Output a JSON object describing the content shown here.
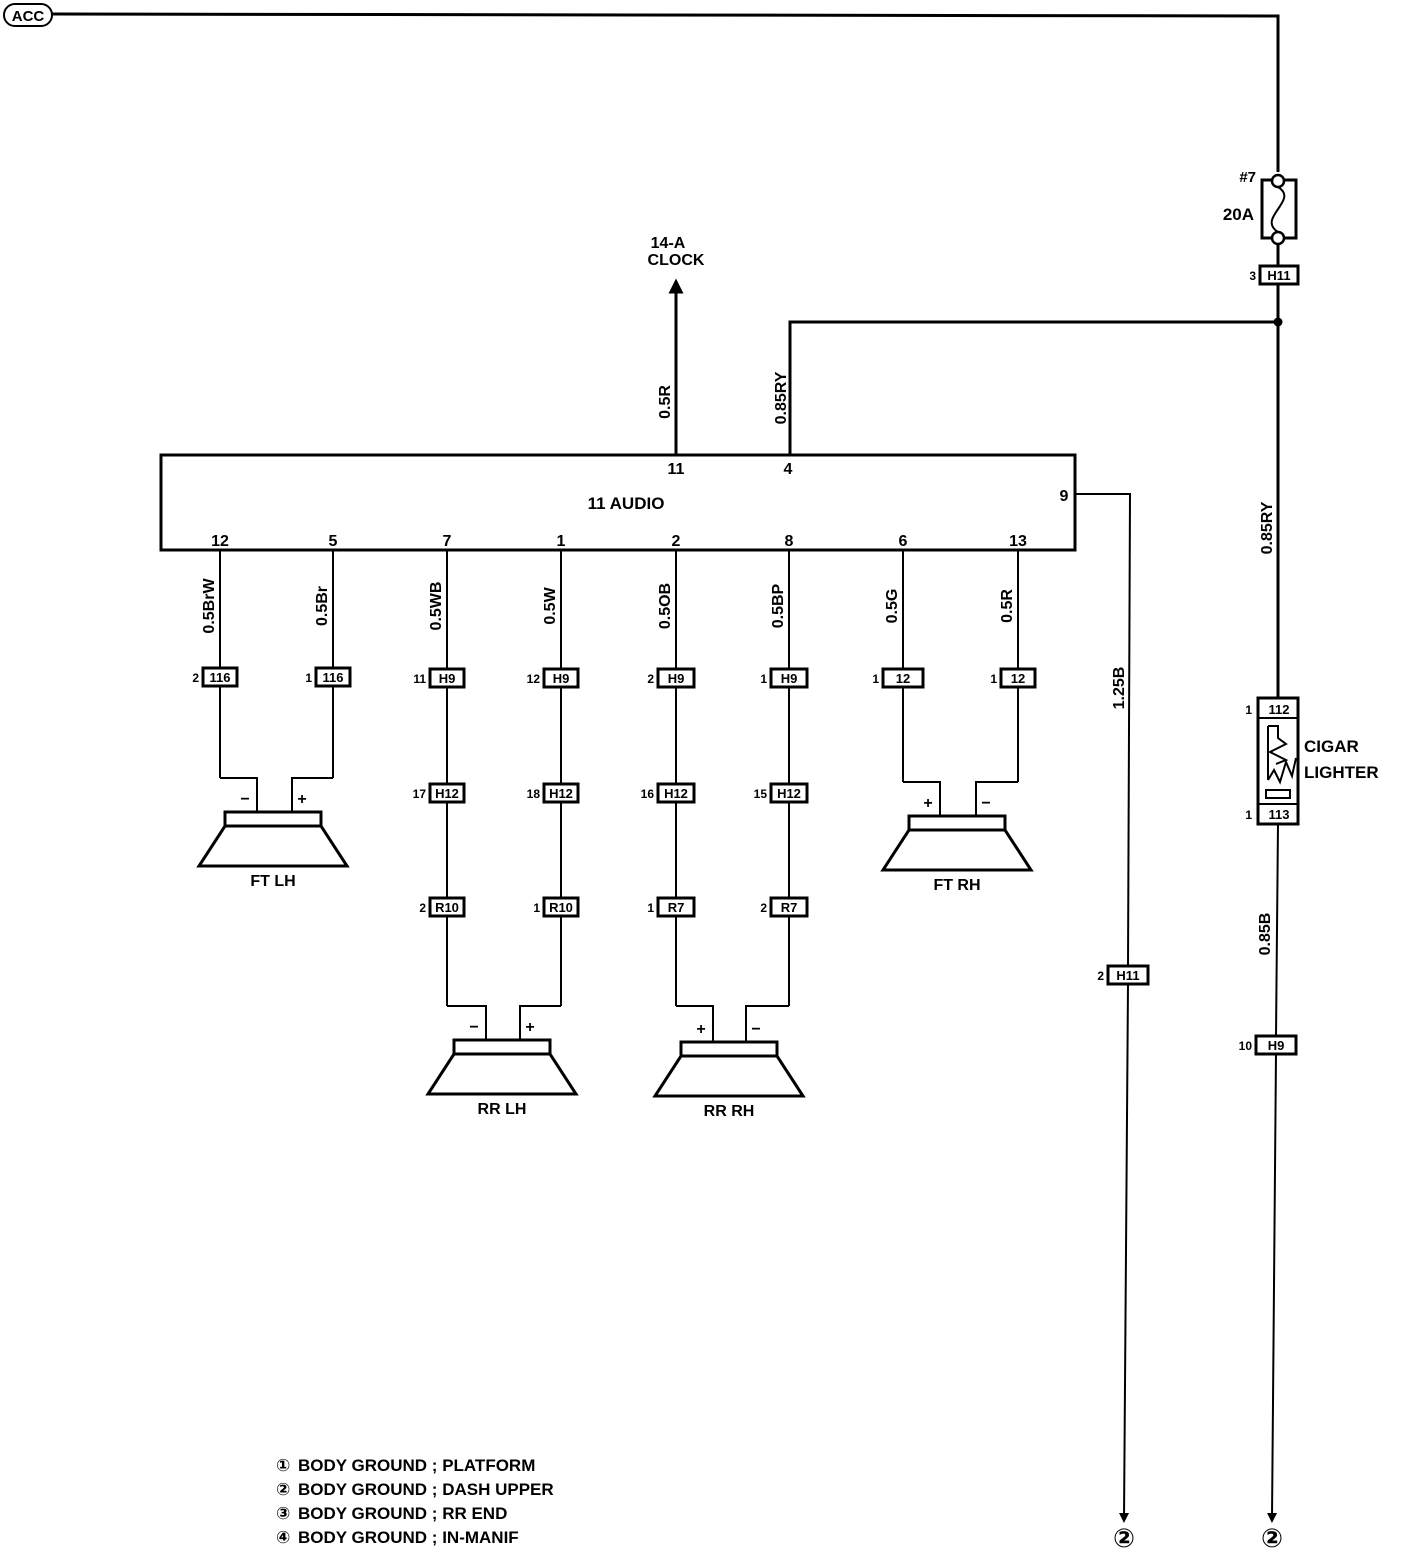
{
  "power": {
    "source": "ACC",
    "fuse_label": "#7",
    "fuse_rating": "20A"
  },
  "audio": {
    "label": "11 AUDIO",
    "top_pins": [
      "11",
      "4"
    ],
    "side_pin": "9"
  },
  "clock": {
    "line1": "14-A",
    "line2": "CLOCK"
  },
  "top_wires": {
    "clock": "0.5R",
    "audio_power": "0.85RY",
    "main_power": "0.85RY"
  },
  "ground_wires": {
    "audio_ground": "1.25B",
    "lighter_ground": "0.85B"
  },
  "connectors": {
    "fuse_out": {
      "pin": "3",
      "name": "H11"
    },
    "audio_ground": {
      "pin": "2",
      "name": "H11"
    },
    "lighter_ground": {
      "pin": "10",
      "name": "H9"
    }
  },
  "cigar_lighter": {
    "label_line1": "CIGAR",
    "label_line2": "LIGHTER",
    "top_pin": "1",
    "top_conn": "112",
    "bottom_pin": "1",
    "bottom_conn": "113"
  },
  "speaker_circuits": [
    {
      "pin": "12",
      "wire": "0.5BrW",
      "conns": [
        [
          "2",
          "116"
        ]
      ]
    },
    {
      "pin": "5",
      "wire": "0.5Br",
      "conns": [
        [
          "1",
          "116"
        ]
      ]
    },
    {
      "pin": "7",
      "wire": "0.5WB",
      "conns": [
        [
          "11",
          "H9"
        ],
        [
          "17",
          "H12"
        ],
        [
          "2",
          "R10"
        ]
      ]
    },
    {
      "pin": "1",
      "wire": "0.5W",
      "conns": [
        [
          "12",
          "H9"
        ],
        [
          "18",
          "H12"
        ],
        [
          "1",
          "R10"
        ]
      ]
    },
    {
      "pin": "2",
      "wire": "0.5OB",
      "conns": [
        [
          "2",
          "H9"
        ],
        [
          "16",
          "H12"
        ],
        [
          "1",
          "R7"
        ]
      ]
    },
    {
      "pin": "8",
      "wire": "0.5BP",
      "conns": [
        [
          "1",
          "H9"
        ],
        [
          "15",
          "H12"
        ],
        [
          "2",
          "R7"
        ]
      ]
    },
    {
      "pin": "6",
      "wire": "0.5G",
      "conns": [
        [
          "1",
          "12"
        ]
      ]
    },
    {
      "pin": "13",
      "wire": "0.5R",
      "conns": [
        [
          "1",
          "12"
        ]
      ]
    }
  ],
  "speakers": [
    {
      "name": "FT LH",
      "left_sign": "−",
      "right_sign": "+"
    },
    {
      "name": "RR  LH",
      "left_sign": "−",
      "right_sign": "+"
    },
    {
      "name": "RR RH",
      "left_sign": "+",
      "right_sign": "−"
    },
    {
      "name": "FT RH",
      "left_sign": "+",
      "right_sign": "−"
    }
  ],
  "ground_symbols": [
    "②",
    "②"
  ],
  "legend": [
    {
      "num": "①",
      "text": "BODY GROUND ; PLATFORM"
    },
    {
      "num": "②",
      "text": "BODY GROUND ; DASH UPPER"
    },
    {
      "num": "③",
      "text": "BODY GROUND ; RR END"
    },
    {
      "num": "④",
      "text": "BODY GROUND ; IN-MANIF"
    }
  ]
}
